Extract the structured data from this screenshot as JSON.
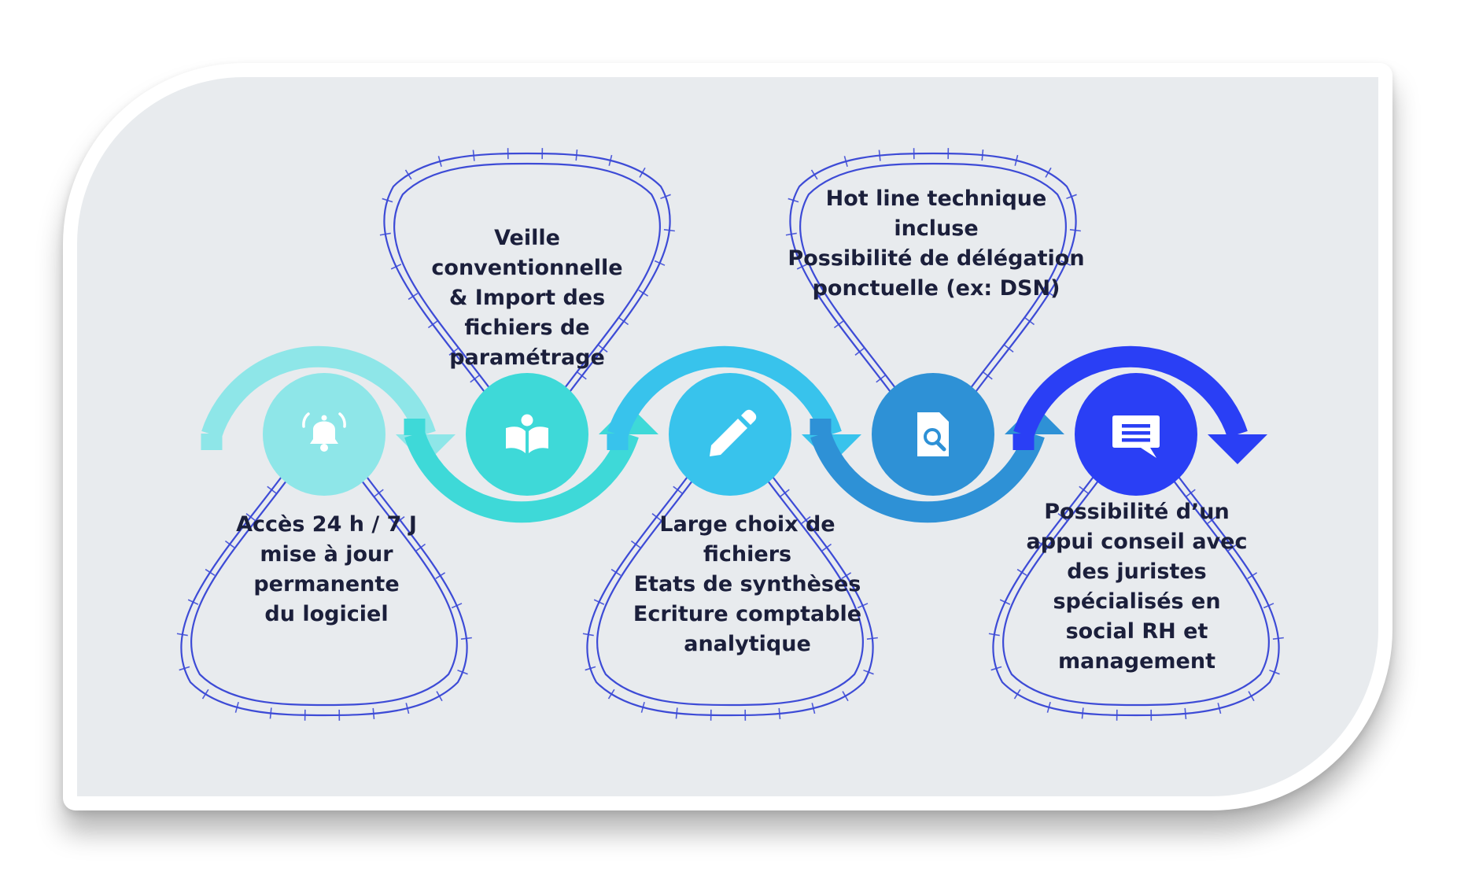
{
  "steps": [
    {
      "id": "acces",
      "icon": "bell-icon",
      "color": "#8ee6e8",
      "lines": [
        "Accès 24 h / 7 J",
        "mise à jour",
        "permanente",
        "du logiciel"
      ]
    },
    {
      "id": "veille",
      "icon": "book-reader-icon",
      "color": "#3ed9d8",
      "lines": [
        "Veille",
        "conventionnelle",
        "& Import des",
        "fichiers de",
        "paramétrage"
      ]
    },
    {
      "id": "choix",
      "icon": "pencil-icon",
      "color": "#38c3ec",
      "lines": [
        "Large choix de",
        "fichiers",
        "Etats de synthèses",
        "Ecriture comptable",
        "analytique"
      ]
    },
    {
      "id": "hotline",
      "icon": "file-search-icon",
      "color": "#2e91d6",
      "lines": [
        "Hot line technique",
        "incluse",
        "Possibilité de délégation",
        "ponctuelle (ex: DSN)"
      ]
    },
    {
      "id": "appui",
      "icon": "chat-message-icon",
      "color": "#2a3ff5",
      "lines": [
        "Possibilité d’un",
        "appui conseil avec",
        "des juristes",
        "spécialisés en",
        "social RH et",
        "management"
      ]
    }
  ],
  "colors": {
    "outline": "#3d4bd6",
    "panel": "#e8ebee",
    "text": "#1b1f3b",
    "icon": "#ffffff"
  }
}
